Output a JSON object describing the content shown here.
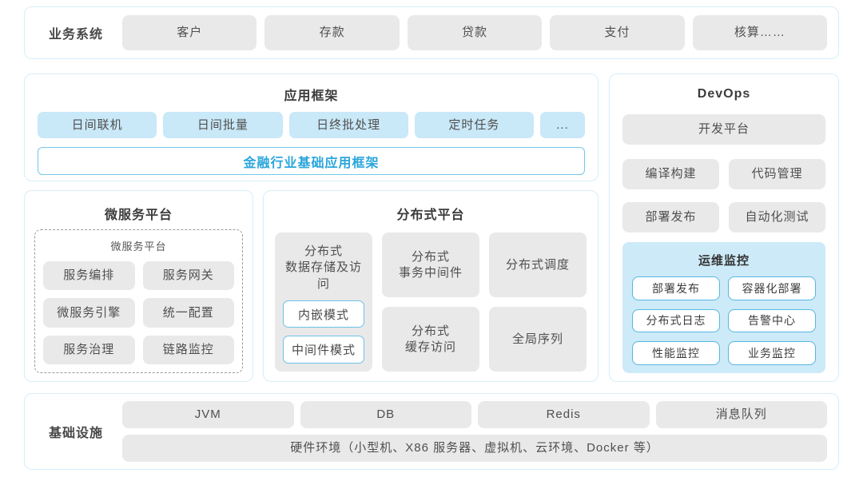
{
  "colors": {
    "panel_border": "#d7edf8",
    "gray_box": "#e9e9e9",
    "blue_box": "#c9e8f8",
    "monitor_bg": "#cdeaf8",
    "accent_border": "#58b6e3",
    "accent_text": "#2ba6db"
  },
  "business": {
    "label": "业务系统",
    "items": [
      "客户",
      "存款",
      "贷款",
      "支付",
      "核算……"
    ]
  },
  "app_framework": {
    "title": "应用框架",
    "items": [
      "日间联机",
      "日间批量",
      "日终批处理",
      "定时任务"
    ],
    "more": "...",
    "base_framework": "金融行业基础应用框架"
  },
  "microservice": {
    "title": "微服务平台",
    "inner_title": "微服务平台",
    "items": [
      "服务编排",
      "服务网关",
      "微服务引擎",
      "统一配置",
      "服务治理",
      "链路监控"
    ]
  },
  "distributed": {
    "title": "分布式平台",
    "storage": {
      "title": "分布式\n数据存储及访问",
      "modes": [
        "内嵌模式",
        "中间件模式"
      ]
    },
    "cells": [
      "分布式\n事务中间件",
      "分布式调度",
      "分布式\n缓存访问",
      "全局序列"
    ]
  },
  "devops": {
    "title": "DevOps",
    "platform": "开发平台",
    "tools": [
      "编译构建",
      "代码管理",
      "部署发布",
      "自动化测试"
    ],
    "monitor": {
      "title": "运维监控",
      "items": [
        "部署发布",
        "容器化部署",
        "分布式日志",
        "告警中心",
        "性能监控",
        "业务监控"
      ]
    }
  },
  "infrastructure": {
    "label": "基础设施",
    "items": [
      "JVM",
      "DB",
      "Redis",
      "消息队列"
    ],
    "hardware": "硬件环境（小型机、X86 服务器、虚拟机、云环境、Docker 等）"
  }
}
